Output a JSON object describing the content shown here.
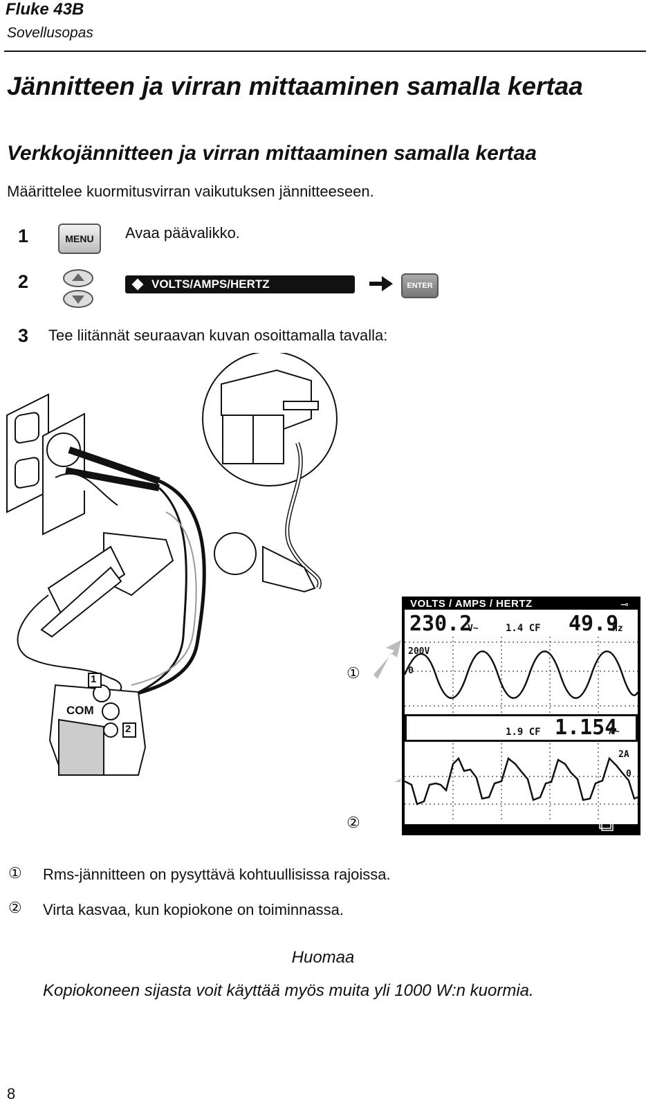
{
  "header": {
    "title": "Fluke 43B",
    "subtitle": "Sovellusopas"
  },
  "heading_main": "Jännitteen ja virran mittaaminen samalla kertaa",
  "heading_sub": "Verkkojännitteen ja virran mittaaminen samalla kertaa",
  "intro": "Määrittelee kuormitusvirran vaikutuksen jännitteeseen.",
  "steps": [
    {
      "num": "1",
      "key": "MENU",
      "text": "Avaa päävalikko."
    },
    {
      "num": "2",
      "menu_item": "VOLTS/AMPS/HERTZ",
      "enter_key": "ENTER"
    },
    {
      "num": "3",
      "text": "Tee liitännät seuraavan kuvan osoittamalla tavalla:"
    }
  ],
  "meter_labels": {
    "input1": "1",
    "com": "COM",
    "input2": "2"
  },
  "scope": {
    "title": "VOLTS / AMPS / HERTZ",
    "reading1": "230.2",
    "unit1": "V~",
    "cf1": "1.4 CF",
    "freq": "49.9",
    "freq_unit": "Hz",
    "range_v": "200V",
    "zero_v": "0",
    "cf2": "1.9 CF",
    "reading2": "1.154",
    "unit2": "A~",
    "range_a": "2A",
    "zero_a": "0"
  },
  "callouts": [
    {
      "mark": "①",
      "text": "Rms-jännitteen on pysyttävä kohtuullisissa rajoissa."
    },
    {
      "mark": "②",
      "text": "Virta kasvaa, kun kopiokone on toiminnassa."
    }
  ],
  "note": {
    "heading": "Huomaa",
    "text": "Kopiokoneen sijasta voit käyttää myös muita yli 1000 W:n kuormia."
  },
  "page_number": "8"
}
